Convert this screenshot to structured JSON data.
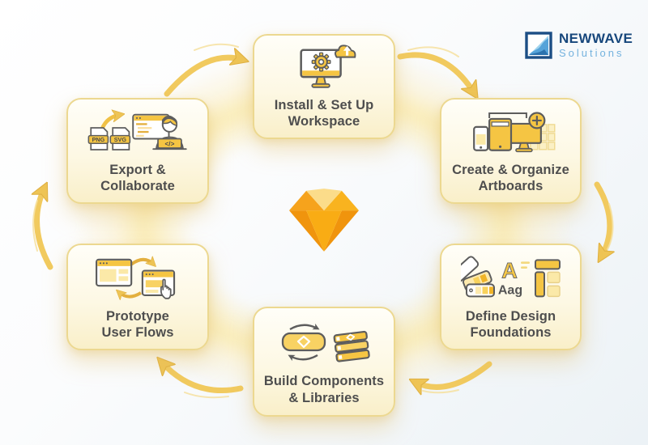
{
  "brand": {
    "name": "NEWWAVE",
    "tagline": "Solutions",
    "icon": "wave-logo-icon",
    "colors": {
      "navy": "#17477C",
      "light_blue": "#74B2DE"
    }
  },
  "center": {
    "icon": "sketch-diamond-icon"
  },
  "steps": [
    {
      "id": "install",
      "line1": "Install & Set Up",
      "line2": "Workspace",
      "icon": "monitor-gear-cloud-upload-icon"
    },
    {
      "id": "create",
      "line1": "Create & Organize",
      "line2": "Artboards",
      "icon": "devices-artboard-plus-icon"
    },
    {
      "id": "define",
      "line1": "Define Design",
      "line2": "Foundations",
      "icon": "swatches-typography-layout-icon",
      "letter_large": "A",
      "letter_small": "Aag"
    },
    {
      "id": "build",
      "line1": "Build Components",
      "line2": "& Libraries",
      "icon": "component-sync-books-icon"
    },
    {
      "id": "prototype",
      "line1": "Prototype",
      "line2": "User Flows",
      "icon": "linked-screens-cursor-icon"
    },
    {
      "id": "export",
      "line1": "Export &",
      "line2": "Collaborate",
      "icon": "files-arrow-developer-icon",
      "badges": [
        "PNG",
        "SVG"
      ],
      "laptop_code": "</>"
    }
  ],
  "flow": {
    "direction": "clockwise",
    "order": [
      "install",
      "create",
      "define",
      "build",
      "prototype",
      "export"
    ]
  },
  "colors": {
    "box_background": "#FDF8E4",
    "box_border": "#ECD890",
    "arrow_gold": "#F1CA5F",
    "label_text": "#4E4E4E",
    "diamond_orange": "#F9AC14",
    "diamond_light": "#FBDC8A"
  }
}
